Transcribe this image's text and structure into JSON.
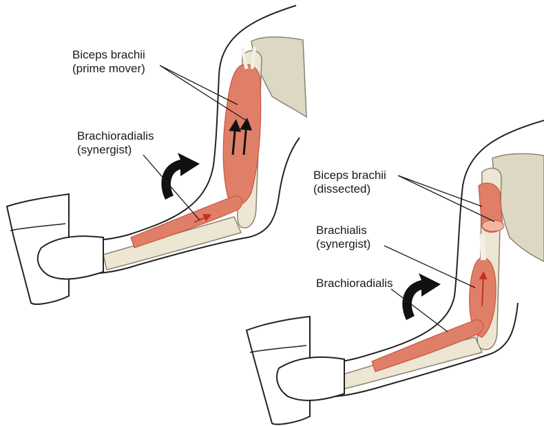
{
  "colors": {
    "skin_outline": "#222222",
    "bone": "#ece6d2",
    "bone_outline": "#8a8272",
    "muscle": "#e07f68",
    "muscle_dark": "#c9553f",
    "muscle_light": "#f2b7a3",
    "tendon": "#f3efe6",
    "shoulder": "#ddd8c3",
    "arrow": "#111111",
    "red_arrow": "#c62f22",
    "cup": "#ffffff"
  },
  "icons": {
    "rotation_arrow_1": "curved-rotation-arrow",
    "rotation_arrow_2": "curved-rotation-arrow"
  },
  "labels": {
    "panel1": {
      "biceps_line1": "Biceps brachii",
      "biceps_line2": "(prime mover)",
      "brachiorad_line1": "Brachioradialis",
      "brachiorad_line2": "(synergist)"
    },
    "panel2": {
      "biceps_line1": "Biceps brachii",
      "biceps_line2": "(dissected)",
      "brachialis_line1": "Brachialis",
      "brachialis_line2": "(synergist)",
      "brachiorad_line1": "Brachioradialis"
    }
  }
}
